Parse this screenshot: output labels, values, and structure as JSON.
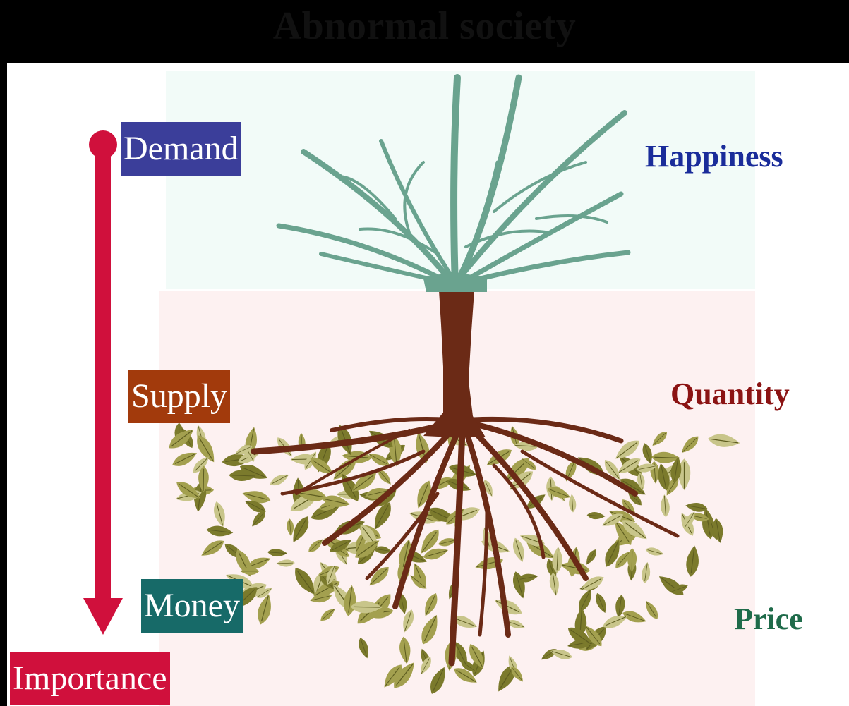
{
  "title": "Abnormal society",
  "left_scale": {
    "top_label": "Demand",
    "mid_label": "Supply",
    "bottom_label": "Money",
    "axis_label": "Importance"
  },
  "right_labels": {
    "top": "Happiness",
    "middle": "Quantity",
    "bottom": "Price"
  },
  "colors": {
    "background": "#000000",
    "demand_box": "#3b3e9a",
    "supply_box": "#a23a0c",
    "money_box": "#176a68",
    "importance_box": "#d0103c",
    "arrow": "#d0103c",
    "happiness_text": "#1a2c9a",
    "quantity_text": "#8b1313",
    "price_text": "#1f6b4a",
    "branches": "#6aa38f",
    "trunk": "#6b2a16",
    "roots": "#6b2a16",
    "leaves": [
      "#7b7a2c",
      "#a3a04f",
      "#c8c58a"
    ]
  },
  "icons": {
    "tree_canopy": "bare-branches-icon",
    "tree_trunk": "trunk-icon",
    "tree_roots": "roots-with-leaves-icon",
    "arrow": "down-arrow-icon"
  }
}
